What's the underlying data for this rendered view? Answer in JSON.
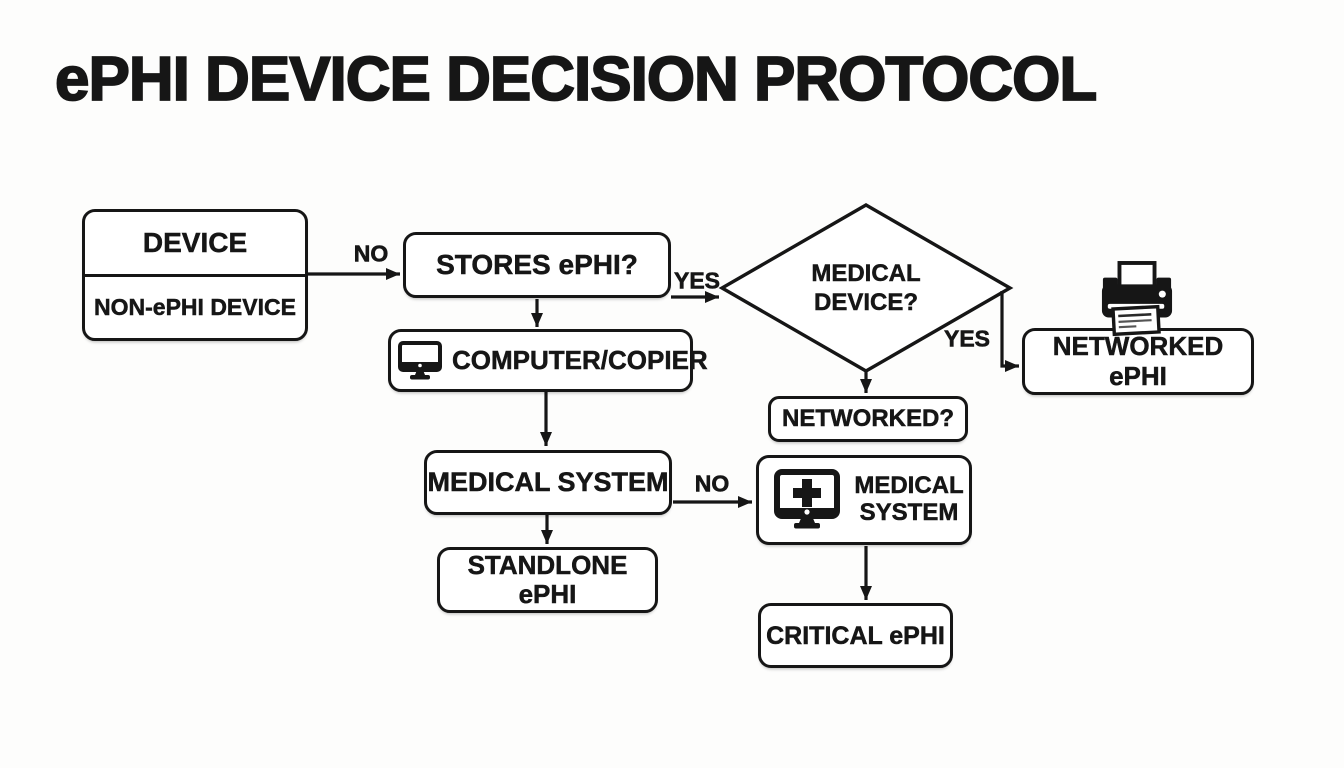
{
  "title": "ePHI DEVICE DECISION PROTOCOL",
  "nodes": {
    "device": {
      "title": "DEVICE",
      "subtitle": "NON-ePHI DEVICE"
    },
    "stores_ephi": {
      "label": "STORES ePHI?"
    },
    "computer_copier": {
      "label": "COMPUTER/COPIER",
      "icon": "computer-monitor"
    },
    "medical_system_left": {
      "label": "MEDICAL SYSTEM"
    },
    "standalone_ephi": {
      "label": "STANDLONE ePHI"
    },
    "medical_device_decision": {
      "label": "MEDICAL DEVICE?",
      "shape": "diamond"
    },
    "networked_question": {
      "label": "NETWORKED?"
    },
    "medical_system_right": {
      "label": "MEDICAL SYSTEM",
      "icon": "medical-cross-monitor"
    },
    "critical_ephi": {
      "label": "CRITICAL ePHI"
    },
    "networked_ephi": {
      "label": "NETWORKED ePHI",
      "icon": "printer"
    }
  },
  "edge_labels": {
    "device_no": "NO",
    "stores_yes": "YES",
    "medical_system_no": "NO",
    "medical_device_yes": "YES"
  },
  "colors": {
    "background": "#fdfdfc",
    "ink": "#161616",
    "box_fill": "#ffffff"
  }
}
